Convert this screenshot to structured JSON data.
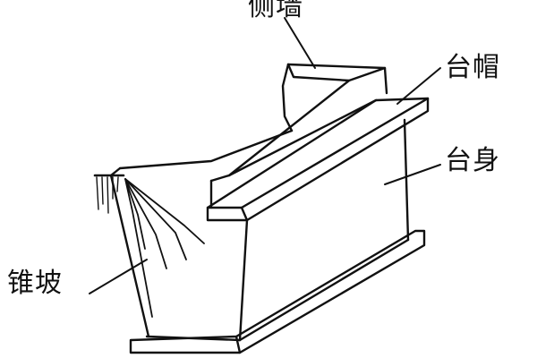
{
  "labels": {
    "side_wall": "侧墙",
    "cap": "台帽",
    "body": "台身",
    "cone_slope": "锥坡"
  },
  "colors": {
    "line": "#111111",
    "background": "#ffffff"
  }
}
